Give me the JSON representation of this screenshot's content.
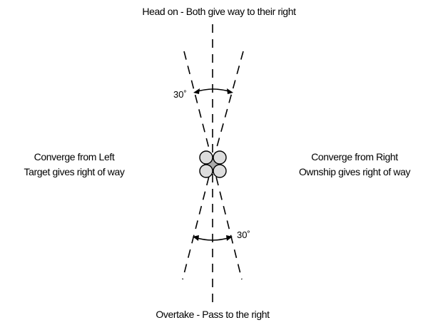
{
  "labels": {
    "head_on": "Head on - Both give way to their right",
    "overtake": "Overtake - Pass to the right",
    "converge_left_line1": "Converge from Left",
    "converge_left_line2": "Target gives right of way",
    "converge_right_line1": "Converge from Right",
    "converge_right_line2": "Ownship gives right of way",
    "angle_top": "30˚",
    "angle_bottom": "30˚"
  },
  "colors": {
    "line": "#000000",
    "rotor_fill": "#dddddd",
    "hub_fill": "#aaaaaa"
  },
  "icons": {
    "aircraft": "quadcopter-icon"
  }
}
